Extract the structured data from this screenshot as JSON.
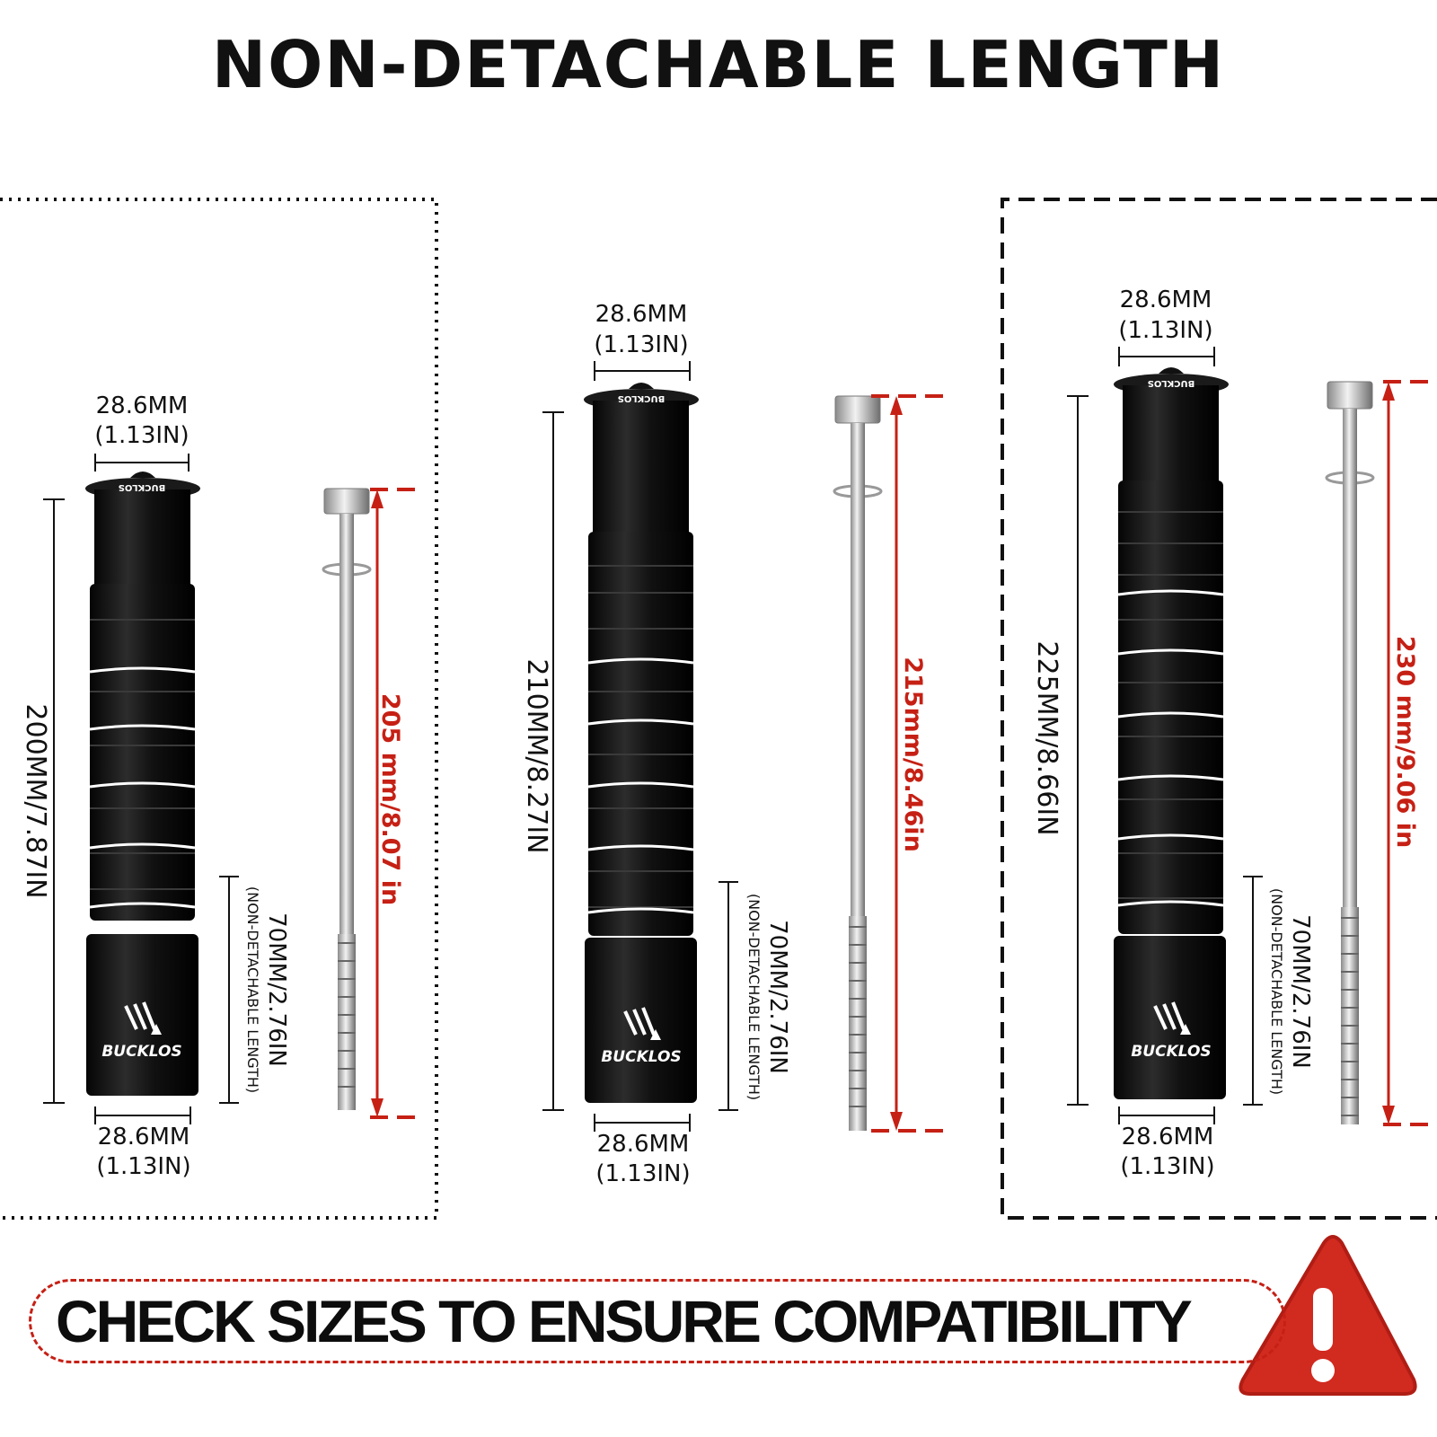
{
  "heading": "NON-DETACHABLE LENGTH",
  "banner": {
    "text": "CHECK SIZES TO ENSURE COMPATIBILITY",
    "warning_icon": "warning-triangle-icon",
    "accent_color": "#c62015"
  },
  "brand_name": "BUCKLOS",
  "products": [
    {
      "top_diameter": "28.6MM",
      "top_diameter_in": "(1.13IN)",
      "bottom_diameter": "28.6MM",
      "bottom_diameter_in": "(1.13IN)",
      "total_height": "200MM/7.87IN",
      "non_detachable": "70MM/2.76IN",
      "non_detachable_note": "(NON-DETACHABLE LENGTH)",
      "bolt_length": "205 mm/8.07 in"
    },
    {
      "top_diameter": "28.6MM",
      "top_diameter_in": "(1.13IN)",
      "bottom_diameter": "28.6MM",
      "bottom_diameter_in": "(1.13IN)",
      "total_height": "210MM/8.27IN",
      "non_detachable": "70MM/2.76IN",
      "non_detachable_note": "(NON-DETACHABLE LENGTH)",
      "bolt_length": "215mm/8.46in"
    },
    {
      "top_diameter": "28.6MM",
      "top_diameter_in": "(1.13IN)",
      "bottom_diameter": "28.6MM",
      "bottom_diameter_in": "(1.13IN)",
      "total_height": "225MM/8.66IN",
      "non_detachable": "70MM/2.76IN",
      "non_detachable_note": "(NON-DETACHABLE LENGTH)",
      "bolt_length": "230 mm/9.06 in"
    }
  ]
}
